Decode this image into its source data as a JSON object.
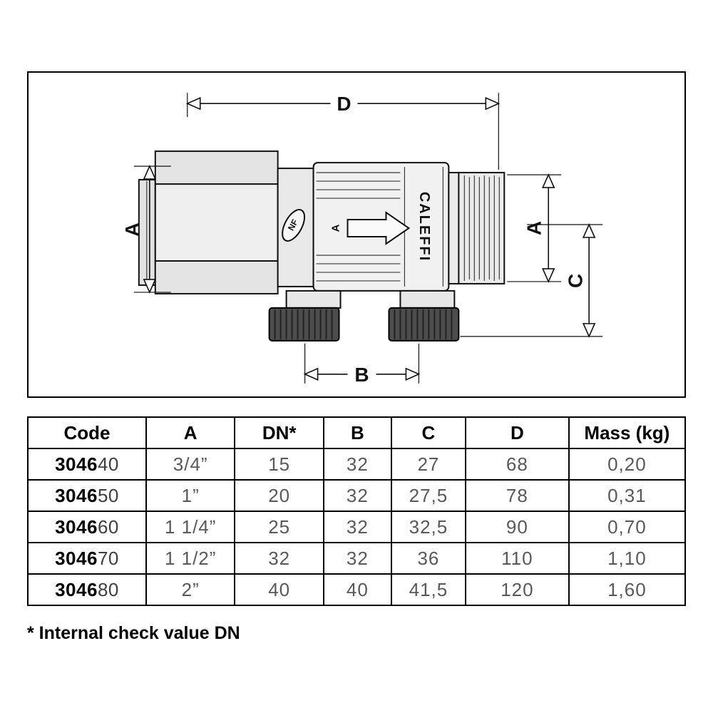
{
  "drawing": {
    "dim_d": "D",
    "dim_a_left": "A",
    "dim_a_right": "A",
    "dim_c": "C",
    "dim_b": "B",
    "flow_label": "A",
    "brand_vertical": "CALEFFI",
    "nf_mark": "NF"
  },
  "colors": {
    "line": "#111111",
    "cap": "#4d4d4d",
    "body_fill": "#f1f1f1",
    "nut_fill": "#efefef"
  },
  "table": {
    "headers": [
      "Code",
      "A",
      "DN*",
      "B",
      "C",
      "D",
      "Mass (kg)"
    ],
    "rows": [
      {
        "code_prefix": "3046",
        "code_suffix": "40",
        "values": [
          "3/4”",
          "15",
          "32",
          "27",
          "68",
          "0,20"
        ]
      },
      {
        "code_prefix": "3046",
        "code_suffix": "50",
        "values": [
          "1”",
          "20",
          "32",
          "27,5",
          "78",
          "0,31"
        ]
      },
      {
        "code_prefix": "3046",
        "code_suffix": "60",
        "values": [
          "1 1/4”",
          "25",
          "32",
          "32,5",
          "90",
          "0,70"
        ]
      },
      {
        "code_prefix": "3046",
        "code_suffix": "70",
        "values": [
          "1 1/2”",
          "32",
          "32",
          "36",
          "110",
          "1,10"
        ]
      },
      {
        "code_prefix": "3046",
        "code_suffix": "80",
        "values": [
          "2”",
          "40",
          "40",
          "41,5",
          "120",
          "1,60"
        ]
      }
    ]
  },
  "footnote": "* Internal check value DN"
}
